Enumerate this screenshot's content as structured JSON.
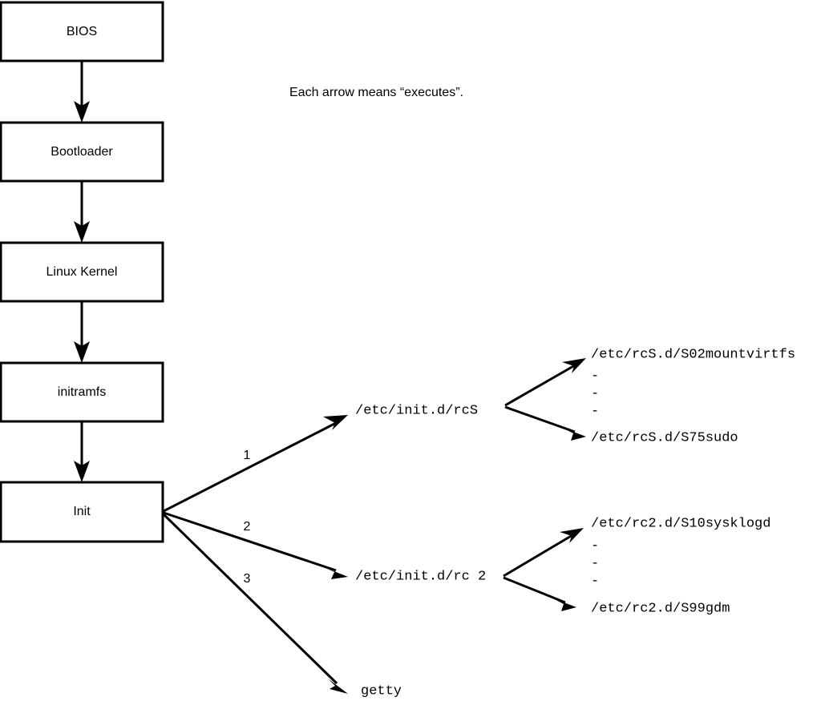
{
  "diagram": {
    "title_caption": "Each arrow means “executes”.",
    "boot_chain": [
      {
        "label": "BIOS"
      },
      {
        "label": "Bootloader"
      },
      {
        "label": "Linux Kernel"
      },
      {
        "label": "initramfs"
      },
      {
        "label": "Init"
      }
    ],
    "init_branches": [
      {
        "number": "1",
        "label": "/etc/init.d/rcS"
      },
      {
        "number": "2",
        "label": "/etc/init.d/rc 2"
      },
      {
        "number": "3",
        "label": "getty"
      }
    ],
    "rcs_scripts": {
      "first": "/etc/rcS.d/S02mountvirtfs",
      "ellipsis": [
        "-",
        "-",
        "-"
      ],
      "last": "/etc/rcS.d/S75sudo"
    },
    "rc2_scripts": {
      "first": "/etc/rc2.d/S10sysklogd",
      "ellipsis": [
        "-",
        "-",
        "-"
      ],
      "last": "/etc/rc2.d/S99gdm"
    },
    "colors": {
      "stroke": "#000000",
      "fill": "#ffffff",
      "text": "#000000"
    }
  }
}
